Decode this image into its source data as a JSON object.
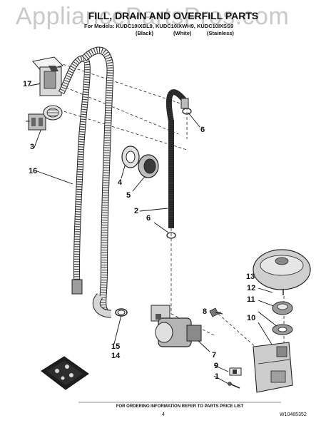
{
  "watermark": "AppliancePartsPros.com",
  "title": "FILL, DRAIN AND OVERFILL PARTS",
  "models": "For Models: KUDC10IXBL9, KUDC10IXWH9, KUDC10IXSS9",
  "colors": {
    "black": "(Black)",
    "white": "(White)",
    "stainless": "(Stainless)"
  },
  "callouts": {
    "c17": "17",
    "c3": "3",
    "c16": "16",
    "c4": "4",
    "c5": "5",
    "c2": "2",
    "c6a": "6",
    "c6b": "6",
    "c13": "13",
    "c12": "12",
    "c11": "11",
    "c8": "8",
    "c10": "10",
    "c7": "7",
    "c9": "9",
    "c1": "1",
    "c15": "15",
    "c14": "14"
  },
  "footer": "FOR ORDERING INFORMATION REFER TO PARTS PRICE LIST",
  "page_number": "4",
  "doc_number": "W10485352"
}
